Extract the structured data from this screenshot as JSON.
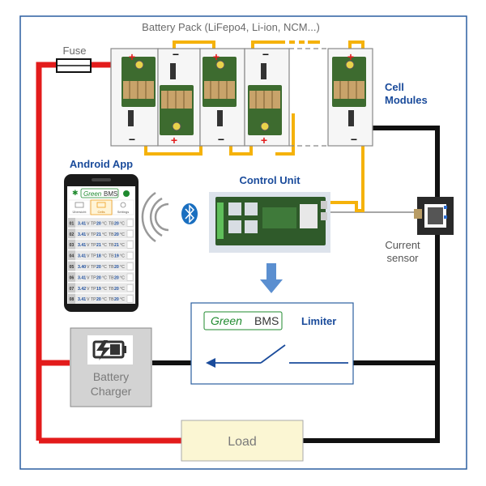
{
  "pack": {
    "title": "Battery Pack (LiFepo4, Li-ion, NCM...)"
  },
  "fuse": {
    "label": "Fuse"
  },
  "cell_modules": {
    "line1": "Cell",
    "line2": "Modules"
  },
  "android_app": {
    "title": "Android App",
    "app_name_green": "Green",
    "app_name_bms": "BMS",
    "tab_labels": [
      "Übersicht",
      "Cells",
      "Settings"
    ],
    "rows": [
      {
        "n": "01",
        "v": "3.41",
        "tp": "20",
        "tb": "20"
      },
      {
        "n": "02",
        "v": "3.41",
        "tp": "21",
        "tb": "20"
      },
      {
        "n": "03",
        "v": "3.41",
        "tp": "21",
        "tb": "21"
      },
      {
        "n": "04",
        "v": "3.41",
        "tp": "18",
        "tb": "19"
      },
      {
        "n": "05",
        "v": "3.40",
        "tp": "20",
        "tb": "20"
      },
      {
        "n": "06",
        "v": "3.41",
        "tp": "20",
        "tb": "20"
      },
      {
        "n": "07",
        "v": "3.42",
        "tp": "19",
        "tb": "20"
      },
      {
        "n": "08",
        "v": "3.41",
        "tp": "20",
        "tb": "20"
      }
    ]
  },
  "control_unit": {
    "label": "Control Unit"
  },
  "current_sensor": {
    "line1": "Current",
    "line2": "sensor"
  },
  "limiter": {
    "label": "Limiter",
    "logo_green": "Green",
    "logo_bms": "BMS"
  },
  "charger": {
    "line1": "Battery",
    "line2": "Charger"
  },
  "load": {
    "label": "Load"
  },
  "colors": {
    "frame": "#2b5fa0",
    "positive_wire": "#e31b1b",
    "negative_wire": "#111111",
    "balance_wire": "#f5b20b",
    "accent_blue": "#1a4b9b",
    "green_brand": "#1f8a2e",
    "load_fill": "#fbf6d3",
    "charger_fill": "#d3d3d3"
  }
}
